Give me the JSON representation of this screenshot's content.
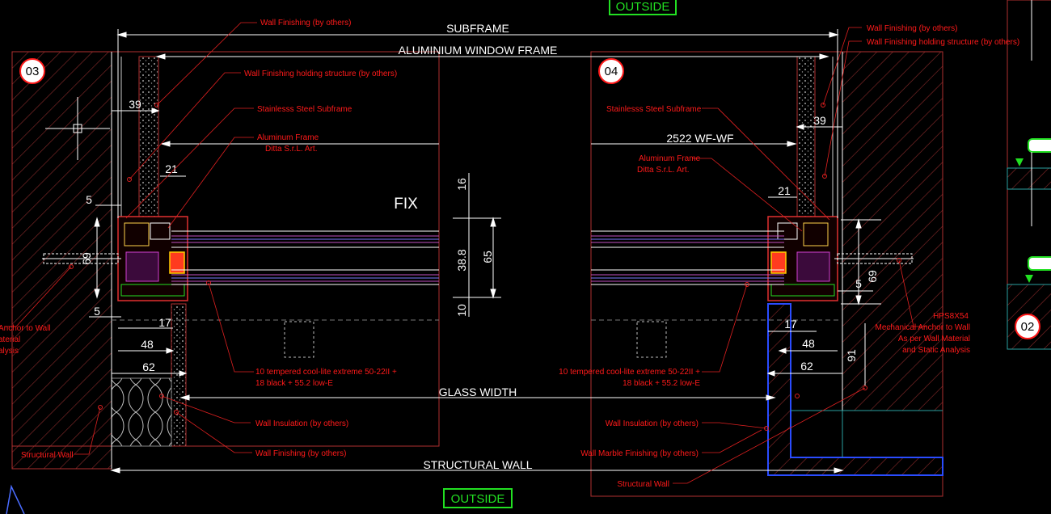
{
  "colors": {
    "background": "#000000",
    "dimension": "#ffffff",
    "annotation": "#ff1a1a",
    "outside_box": "#22e022",
    "wall": "#b03030",
    "glass": "#c050c0",
    "insulation": "#2a4cff"
  },
  "outside_top": "OUTSIDE",
  "outside_bottom": "OUTSIDE",
  "dims": {
    "subframe": "SUBFRAME",
    "aluminium_window_frame": "ALUMINIUM WINDOW FRAME",
    "glass_width": "GLASS WIDTH",
    "structural_wall": "STRUCTURAL WALL",
    "fix": "FIX",
    "wf": "2522  WF-WF",
    "d39": "39",
    "d21": "21",
    "d5": "5",
    "d69": "69",
    "d17": "17",
    "d48": "48",
    "d62": "62",
    "d16": "16",
    "d38_8": "38.8",
    "d65": "65",
    "d10": "10",
    "d91": "91",
    "r39": "39",
    "r21": "21",
    "r5": "5",
    "r69": "69",
    "r17": "17",
    "r48": "48",
    "r62": "62"
  },
  "details": {
    "left": "03",
    "right": "04",
    "far_right": "02"
  },
  "notes_left": {
    "wall_finishing": "Wall Finishing (by others)",
    "holding": "Wall Finishing holding structure (by others)",
    "subframe": "Stainlesss Steel Subframe",
    "frame1": "Aluminum Frame",
    "frame2": "Ditta S.r.L. Art.",
    "glass1": "10 tempered cool-lite extreme 50-22II +",
    "glass2": "18 black + 55.2 low-E",
    "insulation": "Wall Insulation (by others)",
    "finishing_bottom": "Wall Finishing (by others)",
    "structural": "Structural Wall",
    "anchor1": "Anchor to Wall",
    "anchor2": "aterial",
    "anchor3": "alysis"
  },
  "notes_right": {
    "wall_finishing": "Wall Finishing (by others)",
    "holding": "Wall Finishing holding structure (by others)",
    "subframe": "Stainlesss Steel Subframe",
    "frame1": "Aluminum Frame",
    "frame2": "Ditta S.r.L. Art.",
    "anchor1": "HPS8X54",
    "anchor2": "Mechanical Anchor to Wall",
    "anchor3": "As per Wall Material",
    "anchor4": "and Static Analysis",
    "glass1": "10 tempered cool-lite extreme 50-22II +",
    "glass2": "18 black + 55.2 low-E",
    "insulation": "Wall Insulation (by others)",
    "marble": "Wall Marble Finishing (by others)",
    "structural": "Structural Wall"
  }
}
